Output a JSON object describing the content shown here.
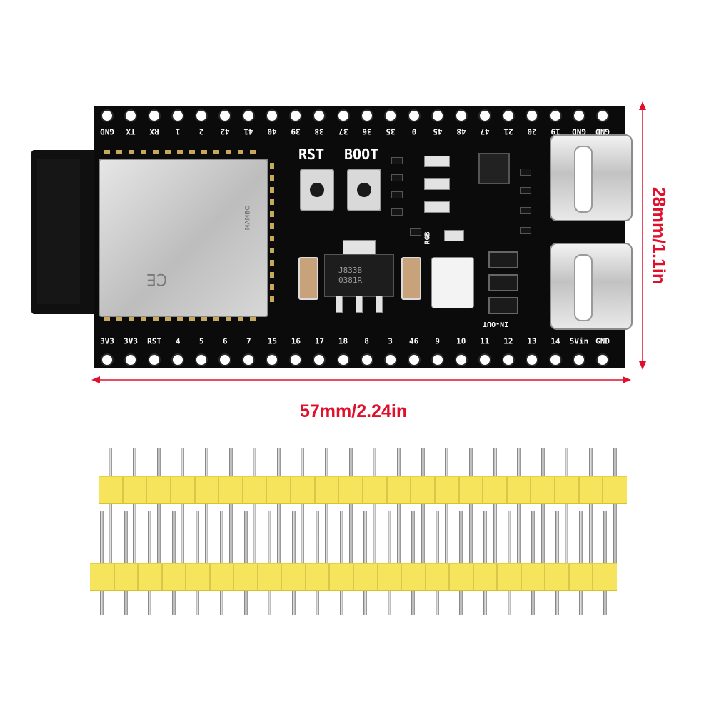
{
  "board": {
    "top_pins": [
      "GND",
      "TX",
      "RX",
      "1",
      "2",
      "42",
      "41",
      "40",
      "39",
      "38",
      "37",
      "36",
      "35",
      "0",
      "45",
      "48",
      "47",
      "21",
      "20",
      "19",
      "GND",
      "GND"
    ],
    "bottom_pins": [
      "3V3",
      "3V3",
      "RST",
      "4",
      "5",
      "6",
      "7",
      "15",
      "16",
      "17",
      "18",
      "8",
      "3",
      "46",
      "9",
      "10",
      "11",
      "12",
      "13",
      "14",
      "5Vin",
      "GND"
    ],
    "button_labels": [
      "RST",
      "BOOT"
    ],
    "regulator_marking": [
      "J833B",
      "0381R"
    ],
    "module_marking": "MAMBO",
    "ce_mark": "CE",
    "rgb_label": "RGB",
    "in_out_label": "IN-OUT",
    "colors": {
      "pcb": "#0b0b0b",
      "silkscreen": "#ffffff",
      "dimension": "#e0102c",
      "header_plastic": "#f6e55c"
    }
  },
  "dimensions": {
    "width_label": "57mm/2.24in",
    "height_label": "28mm/1.1in"
  },
  "headers": {
    "count": 2,
    "pins_per_header": 22
  }
}
